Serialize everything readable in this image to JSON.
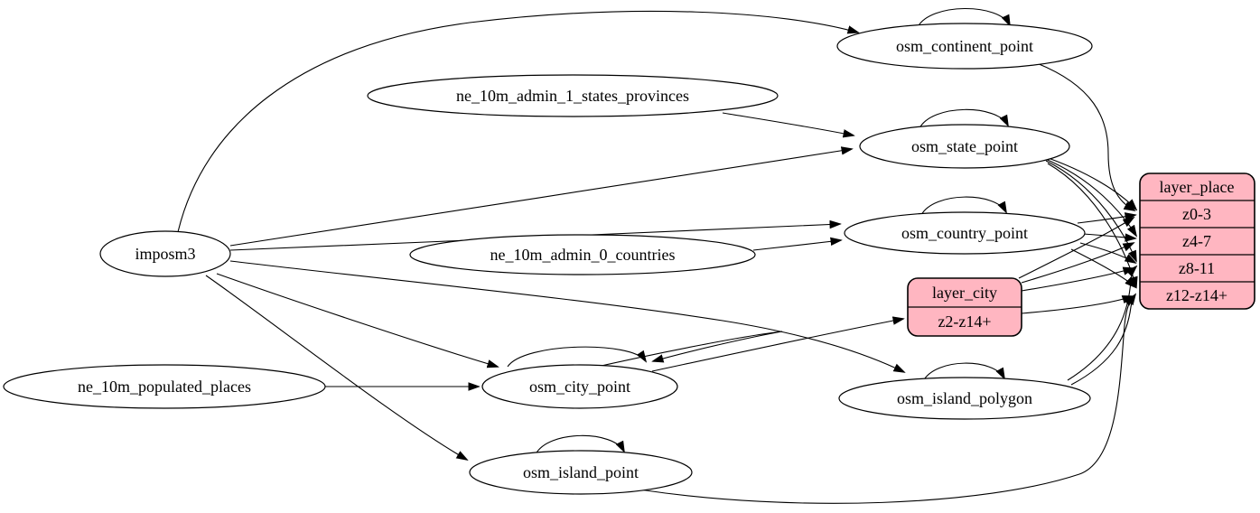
{
  "colors": {
    "background": "#ffffff",
    "node_fill": "#ffffff",
    "node_stroke": "#000000",
    "record_fill": "#ffb6c1",
    "edge": "#000000"
  },
  "nodes": {
    "imposm3": {
      "label": "imposm3"
    },
    "ne_10m_admin_1_states_provinces": {
      "label": "ne_10m_admin_1_states_provinces"
    },
    "ne_10m_admin_0_countries": {
      "label": "ne_10m_admin_0_countries"
    },
    "ne_10m_populated_places": {
      "label": "ne_10m_populated_places"
    },
    "osm_continent_point": {
      "label": "osm_continent_point"
    },
    "osm_state_point": {
      "label": "osm_state_point"
    },
    "osm_country_point": {
      "label": "osm_country_point"
    },
    "osm_city_point": {
      "label": "osm_city_point"
    },
    "osm_island_polygon": {
      "label": "osm_island_polygon"
    },
    "osm_island_point": {
      "label": "osm_island_point"
    }
  },
  "layer_city": {
    "title": "layer_city",
    "rows": [
      "z2-z14+"
    ]
  },
  "layer_place": {
    "title": "layer_place",
    "rows": [
      "z0-3",
      "z4-7",
      "z8-11",
      "z12-z14+"
    ]
  },
  "edges": [
    {
      "from": "imposm3",
      "to": "osm_continent_point"
    },
    {
      "from": "imposm3",
      "to": "osm_state_point"
    },
    {
      "from": "imposm3",
      "to": "osm_country_point"
    },
    {
      "from": "imposm3",
      "to": "osm_city_point"
    },
    {
      "from": "imposm3",
      "to": "osm_island_polygon"
    },
    {
      "from": "imposm3",
      "to": "osm_island_point"
    },
    {
      "from": "ne_10m_admin_1_states_provinces",
      "to": "osm_state_point"
    },
    {
      "from": "ne_10m_admin_0_countries",
      "to": "osm_country_point"
    },
    {
      "from": "ne_10m_populated_places",
      "to": "osm_city_point"
    },
    {
      "from": "osm_continent_point",
      "to": "osm_continent_point",
      "self": true
    },
    {
      "from": "osm_state_point",
      "to": "osm_state_point",
      "self": true
    },
    {
      "from": "osm_country_point",
      "to": "osm_country_point",
      "self": true
    },
    {
      "from": "osm_city_point",
      "to": "osm_city_point",
      "self": true
    },
    {
      "from": "osm_island_polygon",
      "to": "osm_island_polygon",
      "self": true
    },
    {
      "from": "osm_island_point",
      "to": "osm_island_point",
      "self": true
    },
    {
      "from": "osm_continent_point",
      "to": "layer_place",
      "to_port": "z0-3"
    },
    {
      "from": "osm_state_point",
      "to": "layer_place",
      "to_port": "z0-3"
    },
    {
      "from": "osm_state_point",
      "to": "layer_place",
      "to_port": "z4-7"
    },
    {
      "from": "osm_state_point",
      "to": "layer_place",
      "to_port": "z8-11"
    },
    {
      "from": "osm_state_point",
      "to": "layer_place",
      "to_port": "z12-z14+"
    },
    {
      "from": "osm_country_point",
      "to": "layer_place",
      "to_port": "z0-3"
    },
    {
      "from": "osm_country_point",
      "to": "layer_place",
      "to_port": "z4-7"
    },
    {
      "from": "osm_country_point",
      "to": "layer_place",
      "to_port": "z8-11"
    },
    {
      "from": "osm_country_point",
      "to": "layer_place",
      "to_port": "z12-z14+"
    },
    {
      "from": "osm_city_point",
      "to": "layer_city",
      "to_port": "z2-z14+"
    },
    {
      "from": "layer_city",
      "to": "layer_place",
      "to_port": "z0-3"
    },
    {
      "from": "layer_city",
      "to": "layer_place",
      "to_port": "z4-7"
    },
    {
      "from": "layer_city",
      "to": "layer_place",
      "to_port": "z8-11"
    },
    {
      "from": "layer_city",
      "to": "layer_place",
      "to_port": "z12-z14+"
    },
    {
      "from": "osm_island_polygon",
      "to": "layer_place",
      "to_port": "z8-11"
    },
    {
      "from": "osm_island_polygon",
      "to": "layer_place",
      "to_port": "z12-z14+"
    },
    {
      "from": "osm_island_point",
      "to": "layer_place",
      "to_port": "z12-z14+"
    }
  ]
}
